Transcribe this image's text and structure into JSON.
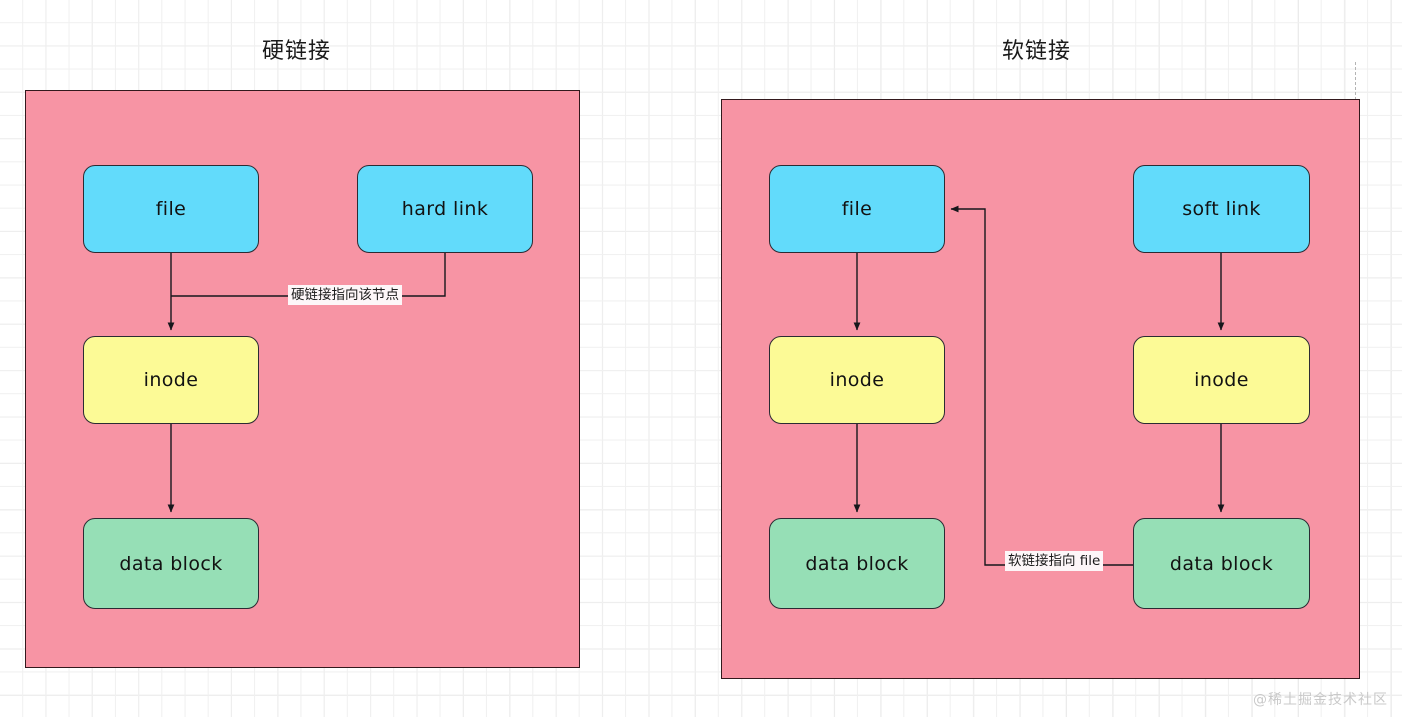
{
  "diagram": {
    "type": "flowchart",
    "watermark": "@稀土掘金技术社区",
    "colors": {
      "panel_fill": "#f794a4",
      "panel_stroke": "#33191d",
      "cyan_node": "#62dbfb",
      "yellow_node": "#fcfa96",
      "green_node": "#96dfb6",
      "node_stroke": "#2b2b33",
      "label_bg": "#fdf6f8",
      "grid_line": "#e2e2e2",
      "watermark_color": "#c9c9c9"
    },
    "panels": [
      {
        "id": "hard",
        "title": "硬链接",
        "nodes": [
          {
            "id": "hard-file",
            "label": "file",
            "kind": "cyan"
          },
          {
            "id": "hard-hardlink",
            "label": "hard link",
            "kind": "cyan"
          },
          {
            "id": "hard-inode",
            "label": "inode",
            "kind": "yellow"
          },
          {
            "id": "hard-datablock",
            "label": "data block",
            "kind": "green"
          }
        ],
        "edges": [
          {
            "from": "hard-file",
            "to": "hard-inode",
            "label": ""
          },
          {
            "from": "hard-hardlink",
            "to": "hard-inode",
            "label": "硬链接指向该节点"
          },
          {
            "from": "hard-inode",
            "to": "hard-datablock",
            "label": ""
          }
        ]
      },
      {
        "id": "soft",
        "title": "软链接",
        "nodes": [
          {
            "id": "soft-file",
            "label": "file",
            "kind": "cyan"
          },
          {
            "id": "soft-softlink",
            "label": "soft link",
            "kind": "cyan"
          },
          {
            "id": "soft-inode-left",
            "label": "inode",
            "kind": "yellow"
          },
          {
            "id": "soft-inode-right",
            "label": "inode",
            "kind": "yellow"
          },
          {
            "id": "soft-data-left",
            "label": "data block",
            "kind": "green"
          },
          {
            "id": "soft-data-right",
            "label": "data block",
            "kind": "green"
          }
        ],
        "edges": [
          {
            "from": "soft-file",
            "to": "soft-inode-left",
            "label": ""
          },
          {
            "from": "soft-inode-left",
            "to": "soft-data-left",
            "label": ""
          },
          {
            "from": "soft-softlink",
            "to": "soft-inode-right",
            "label": ""
          },
          {
            "from": "soft-inode-right",
            "to": "soft-data-right",
            "label": ""
          },
          {
            "from": "soft-data-right",
            "to": "soft-file",
            "label": "软链接指向 file"
          }
        ]
      }
    ]
  }
}
